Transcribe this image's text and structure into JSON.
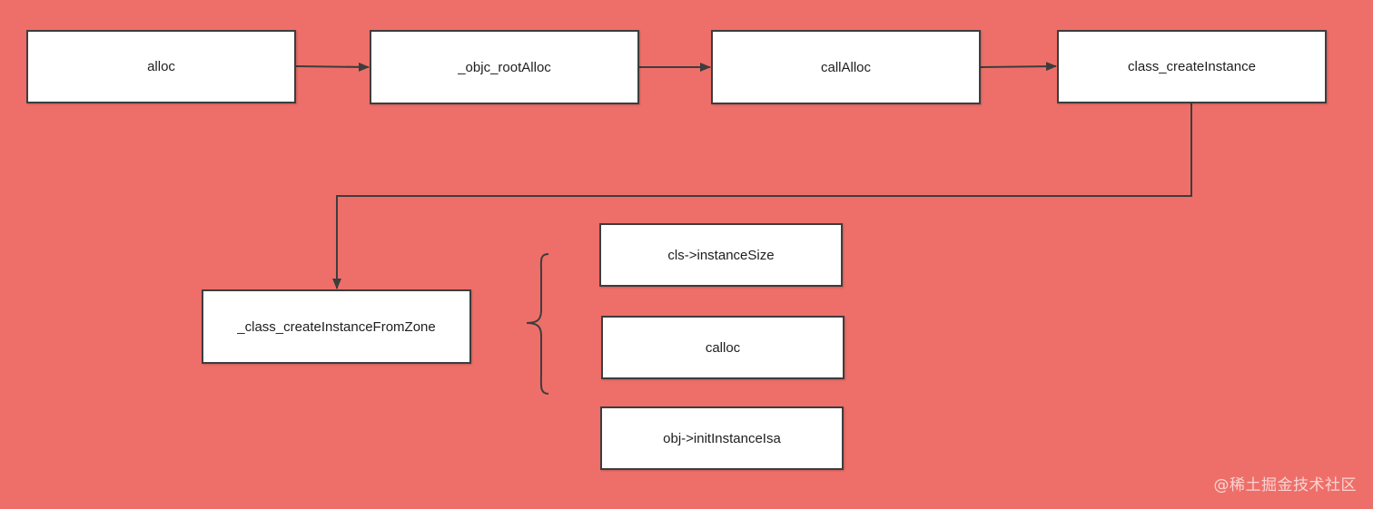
{
  "colors": {
    "background": "#ee6f69",
    "box_fill": "#ffffff",
    "box_border": "#3d3d3d",
    "connector": "#3d3d3d"
  },
  "nodes": {
    "alloc": "alloc",
    "objc_root_alloc": "_objc_rootAlloc",
    "call_alloc": "callAlloc",
    "class_create_instance": "class_createInstance",
    "class_create_instance_from_zone": "_class_createInstanceFromZone",
    "instance_size": "cls->instanceSize",
    "calloc": "calloc",
    "init_instance_isa": "obj->initInstanceIsa"
  },
  "edges": [
    [
      "alloc",
      "objc_root_alloc"
    ],
    [
      "objc_root_alloc",
      "call_alloc"
    ],
    [
      "call_alloc",
      "class_create_instance"
    ],
    [
      "class_create_instance",
      "class_create_instance_from_zone"
    ]
  ],
  "watermark": "@稀土掘金技术社区"
}
